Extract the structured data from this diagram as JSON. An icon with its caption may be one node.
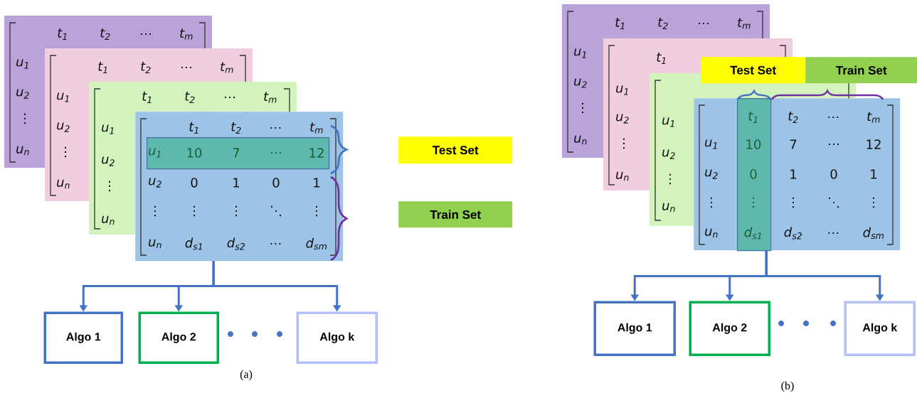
{
  "diagram": {
    "nodes": [
      {
        "text": [
          "t$_{1}$",
          "t$_{2}$",
          "…",
          "t$_{m}$",
          "u$_{1}$",
          "u$_{2}$",
          "⋮",
          "u$_{n}$"
        ]
      },
      {
        "text": [
          "t$_{1}$",
          "t$_{2}$",
          "…",
          "t$_{m}$",
          "u$_{1}$",
          "u$_{2}$",
          "⋮",
          "u$_{n}$"
        ]
      },
      {
        "text": [
          "t$_{1}$",
          "t$_{2}$",
          "…",
          "t$_{m}$",
          "u$_{1}$",
          "u$_{2}$",
          "⋮",
          "u$_{n}$"
        ]
      },
      {
        "text": [
          "t$_{1}$",
          "t$_{2}$",
          "…",
          "t$_{m}$",
          "u$_{2}$",
          "0",
          "1",
          "0",
          "1",
          "⋮",
          "⋮",
          "⋮",
          "⋱",
          "⋮",
          "u$_{n}$",
          "d$_{s1}$",
          "d$_{s2}$",
          "…",
          "d$_{sm}$"
        ]
      },
      {
        "text": [
          "u$_{1}$",
          "10",
          "7",
          "…",
          "12"
        ],
        "in": 3
      },
      {
        "text": [
          "Test Set"
        ]
      },
      {
        "text": [
          "Train Set"
        ]
      },
      {
        "text": [
          "Algo 1"
        ]
      },
      {
        "text": [
          "Algo 2"
        ]
      },
      {
        "text": [
          "Algo k"
        ]
      },
      {
        "text": [
          "t$_{1}$",
          "t$_{2}$",
          "…",
          "t$_{m}$",
          "u$_{1}$",
          "u$_{2}$",
          "⋮",
          "u$_{n}$"
        ]
      },
      {
        "text": [
          "t$_{1}$",
          "u$_{1}$",
          "u$_{2}$",
          "⋮",
          "u$_{n}$"
        ]
      },
      {
        "text": [
          "u$_{1}$",
          "u$_{2}$",
          "⋮",
          "u$_{n}$"
        ]
      },
      {
        "text": [
          "t$_{2}$",
          "…",
          "t$_{m}$",
          "u$_{1}$",
          "7",
          "…",
          "12",
          "u$_{2}$",
          "1",
          "0",
          "1",
          "⋮",
          "⋮",
          "⋱",
          "⋮",
          "u$_{n}$",
          "d$_{s2}$",
          "…",
          "d$_{sm}$"
        ]
      },
      {
        "text": [
          "t$_{1}$",
          "10",
          "0",
          "⋮",
          "d$_{s1}$"
        ],
        "in": 13
      },
      {
        "text": [
          "Test Set"
        ]
      },
      {
        "text": [
          "Train Set"
        ]
      },
      {
        "text": [
          "Algo 1"
        ]
      },
      {
        "text": [
          "Algo 2"
        ]
      },
      {
        "text": [
          "Algo k"
        ]
      }
    ],
    "edges": [
      {
        "from": 3,
        "to": 7,
        "arrow": "to"
      },
      {
        "from": 3,
        "to": 8,
        "arrow": "to"
      },
      {
        "from": 3,
        "to": 9,
        "arrow": "to"
      },
      {
        "from": 13,
        "to": 17,
        "arrow": "to"
      },
      {
        "from": 13,
        "to": 18,
        "arrow": "to"
      },
      {
        "from": 13,
        "to": 19,
        "arrow": "to"
      }
    ],
    "labels": [
      "(a)",
      "(b)"
    ]
  }
}
